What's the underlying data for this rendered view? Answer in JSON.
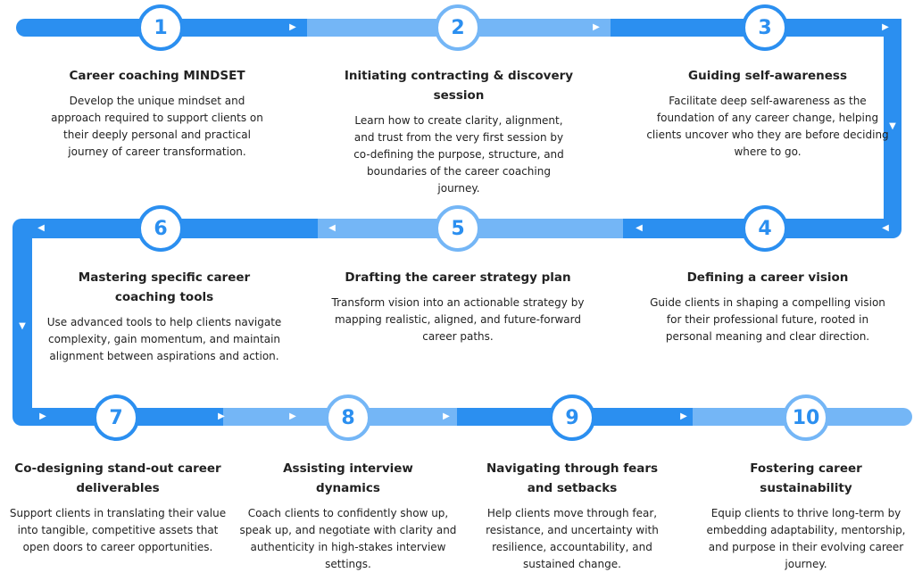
{
  "colors": {
    "dark": "#2b8ff0",
    "light": "#74b6f6"
  },
  "icons": {
    "arrow_right": "▶",
    "arrow_left": "◀",
    "arrow_down": "▼"
  },
  "steps": [
    {
      "num": "1",
      "title": "Career coaching MINDSET",
      "desc": "Develop the unique mindset and approach required to support clients on their deeply personal and practical journey of career transformation."
    },
    {
      "num": "2",
      "title": "Initiating contracting & discovery session",
      "desc": "Learn how to create clarity, alignment, and trust from the very first session by co-defining the purpose, structure, and boundaries of the career coaching journey."
    },
    {
      "num": "3",
      "title": "Guiding self-awareness",
      "desc": "Facilitate deep self-awareness as the foundation of any career change, helping clients uncover who they are before deciding where to go."
    },
    {
      "num": "4",
      "title": "Defining a career vision",
      "desc": "Guide clients in shaping a compelling vision for their professional future, rooted in personal meaning and clear direction."
    },
    {
      "num": "5",
      "title": "Drafting the career strategy plan",
      "desc": "Transform vision into an actionable strategy by mapping realistic, aligned, and future-forward career paths."
    },
    {
      "num": "6",
      "title": "Mastering specific career coaching tools",
      "desc": "Use advanced tools to help clients navigate complexity, gain momentum, and maintain alignment between aspirations and action."
    },
    {
      "num": "7",
      "title": "Co-designing stand-out career deliverables",
      "desc": "Support clients in translating their value into tangible, competitive assets that open doors to career opportunities."
    },
    {
      "num": "8",
      "title": "Assisting interview dynamics",
      "desc": "Coach clients to confidently show up, speak up, and negotiate with clarity and authenticity in high-stakes interview settings."
    },
    {
      "num": "9",
      "title": "Navigating through fears and setbacks",
      "desc": "Help clients move through fear, resistance, and uncertainty with resilience, accountability, and sustained change."
    },
    {
      "num": "10",
      "title": "Fostering career sustainability",
      "desc": "Equip clients to thrive long-term by embedding adaptability, mentorship, and purpose in their evolving career journey."
    }
  ]
}
